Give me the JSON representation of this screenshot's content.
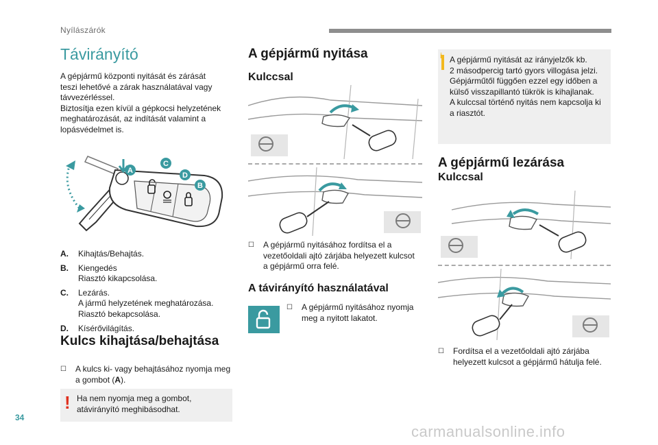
{
  "header": {
    "section": "Nyílászárók",
    "page_number": "34",
    "watermark": "carmanualsonline.info"
  },
  "left": {
    "title": "Távirányító",
    "intro": [
      "A gépjármű központi nyitását és zárását",
      "teszi lehetővé a zárak használatával vagy",
      "távvezérléssel.",
      "Biztosítja ezen kívül a gépkocsi helyzetének",
      "meghatározását, az indítását valamint a",
      "lopásvédelmet is."
    ],
    "key_labels": [
      "A",
      "B",
      "C",
      "D"
    ],
    "legend": [
      {
        "key": "A.",
        "lines": [
          "Kihajtás/Behajtás."
        ]
      },
      {
        "key": "B.",
        "lines": [
          "Kiengedés",
          "Riasztó kikapcsolása."
        ]
      },
      {
        "key": "C.",
        "lines": [
          "Lezárás.",
          "A jármű helyzetének meghatározása.",
          "Riasztó bekapcsolása."
        ]
      },
      {
        "key": "D.",
        "lines": [
          "Kísérővilágítás."
        ]
      }
    ],
    "fold_title": "Kulcs kihajtása/behajtása",
    "fold_bullet": [
      "A kulcs ki- vagy behajtásához nyomja meg",
      "a gombot (A)."
    ],
    "fold_bullet_bold": "A",
    "warning_mark": "!",
    "warning": [
      "Ha nem nyomja meg a gombot,",
      "atávirányító meghibásodhat."
    ]
  },
  "middle": {
    "title": "A gépjármű nyitása",
    "sub1": "Kulccsal",
    "bullet1": [
      "A gépjármű nyitásához fordítsa el a",
      "vezetőoldali ajtó zárjába helyezett kulcsot",
      "a gépjármű orra felé."
    ],
    "sub2": "A távirányító használatával",
    "bullet2": [
      "A gépjármű nyitásához nyomja",
      "meg a nyitott lakatot."
    ]
  },
  "right": {
    "info_mark": "i",
    "info": [
      "A gépjármű nyitását az irányjelzők kb.",
      "2 másodpercig tartó gyors villogása jelzi.",
      "Gépjárműtől függően ezzel egy időben a",
      "külső visszapillantó tükrök is kihajlanak.",
      "A kulccsal történő nyitás nem kapcsolja ki",
      "a riasztót."
    ],
    "title": "A gépjármű lezárása",
    "sub": "Kulccsal",
    "bullet": [
      "Fordítsa el a vezetőoldali ajtó zárjába",
      "helyezett kulcsot a gépjármű hátulja felé."
    ]
  },
  "colors": {
    "accent": "#3a9aa0",
    "warning": "#e0301e",
    "info": "#f2b81e",
    "box": "#efefef"
  }
}
